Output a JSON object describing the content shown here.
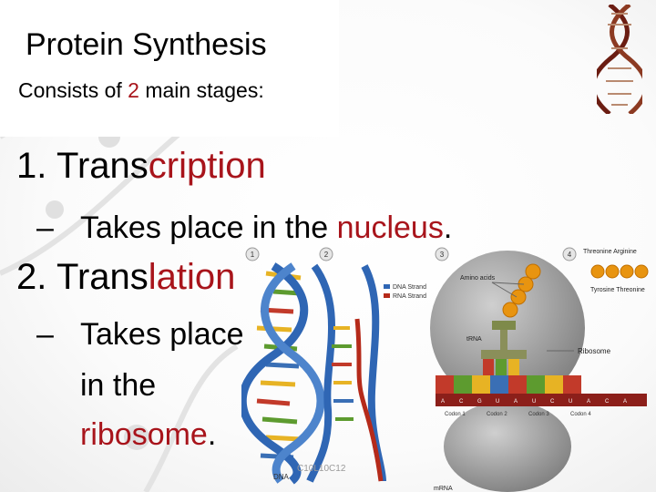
{
  "slide": {
    "title": "Protein Synthesis",
    "subtitle_pre": "Consists of ",
    "subtitle_num": "2",
    "subtitle_post": " main stages:",
    "item1_num": "1.",
    "item1_pre": "Trans",
    "item1_red": "cription",
    "item1_sub_dash": "–",
    "item1_sub_pre": "Takes place in the ",
    "item1_sub_red": "nucleus",
    "item1_sub_post": ".",
    "item2_num": "2.",
    "item2_pre": "Trans",
    "item2_red": "lation",
    "item2_sub_dash": "–",
    "item2_sub_l1": "Takes place",
    "item2_sub_l2": "in the",
    "item2_sub_l3_red": "ribosome",
    "item2_sub_l3_post": "."
  },
  "figure": {
    "steps": [
      "1",
      "2",
      "3",
      "4"
    ],
    "legend_dna": "DNA Strand",
    "legend_rna": "RNA Strand",
    "amino_acids_label": "Amino acids",
    "trna_label": "tRNA",
    "ribosome_label": "Ribosome",
    "mrna_label": "mRNA",
    "dna_label": "DNA",
    "bases": [
      "A",
      "C",
      "G",
      "U",
      "A",
      "U",
      "C",
      "U",
      "A",
      "C",
      "A"
    ],
    "codons": [
      "Codon 1",
      "Codon 2",
      "Codon 3",
      "Codon 4"
    ],
    "amino_top": "Threonine Arginine",
    "amino_bottom": "Tyrosine Threonine",
    "code": "C10L10C12",
    "colors": {
      "accent_red": "#a8141b",
      "dna_blue": "#2f66b4",
      "rna_red": "#b52a1a",
      "ribosome_gray": "#9a9a9a",
      "amino_orange": "#e89410"
    }
  }
}
